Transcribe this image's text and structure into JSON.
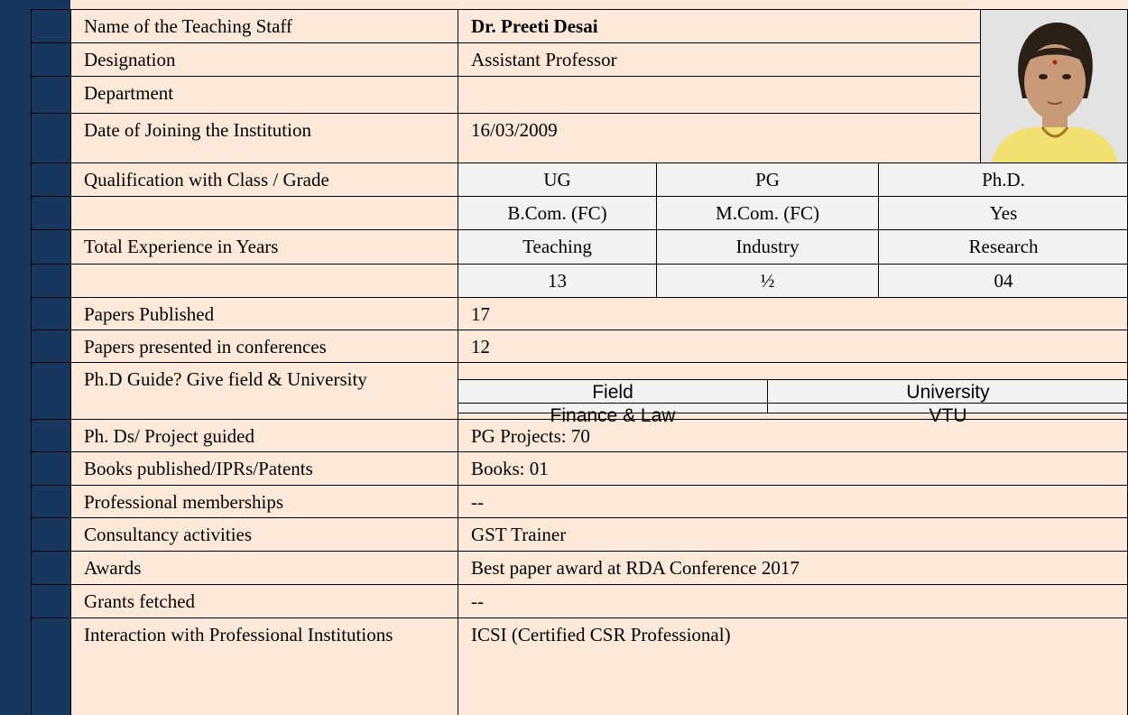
{
  "profile": {
    "rows": [
      {
        "label": "Name of the Teaching Staff",
        "value": "Dr. Preeti Desai"
      },
      {
        "label": "Designation",
        "value": "Assistant Professor"
      },
      {
        "label": "Department",
        "value": ""
      },
      {
        "label": "Date of Joining the Institution",
        "value": "16/03/2009"
      }
    ],
    "qualification": {
      "label": "Qualification with Class / Grade",
      "headers": [
        "UG",
        "PG",
        "Ph.D."
      ],
      "values": [
        "B.Com. (FC)",
        "M.Com. (FC)",
        "Yes"
      ]
    },
    "experience": {
      "label": "Total Experience in Years",
      "headers": [
        "Teaching",
        "Industry",
        "Research"
      ],
      "values": [
        "13",
        "½",
        "04"
      ]
    },
    "papers_published": {
      "label": "Papers Published",
      "value": "17"
    },
    "papers_presented": {
      "label": "Papers presented in conferences",
      "value": "12"
    },
    "phd_guide": {
      "label": "Ph.D Guide? Give field & University",
      "headers": [
        "Field",
        "University"
      ],
      "values": [
        "Finance & Law",
        "VTU"
      ]
    },
    "more_rows": [
      {
        "label": "Ph. Ds/ Project guided",
        "value": "PG Projects: 70"
      },
      {
        "label": "Books published/IPRs/Patents",
        "value": "Books: 01"
      },
      {
        "label": "Professional memberships",
        "value": "--"
      },
      {
        "label": "Consultancy activities",
        "value": "GST Trainer"
      },
      {
        "label": "Awards",
        "value": "Best paper award at RDA Conference 2017"
      },
      {
        "label": "Grants fetched",
        "value": "--"
      },
      {
        "label": "Interaction with Professional Institutions",
        "value": "ICSI (Certified CSR Professional)"
      }
    ]
  },
  "colors": {
    "row_bg": "#fde9d9",
    "sub_bg": "#f2f2f2",
    "nav": "#17375e",
    "photo_bg": "#d9d9d9"
  }
}
